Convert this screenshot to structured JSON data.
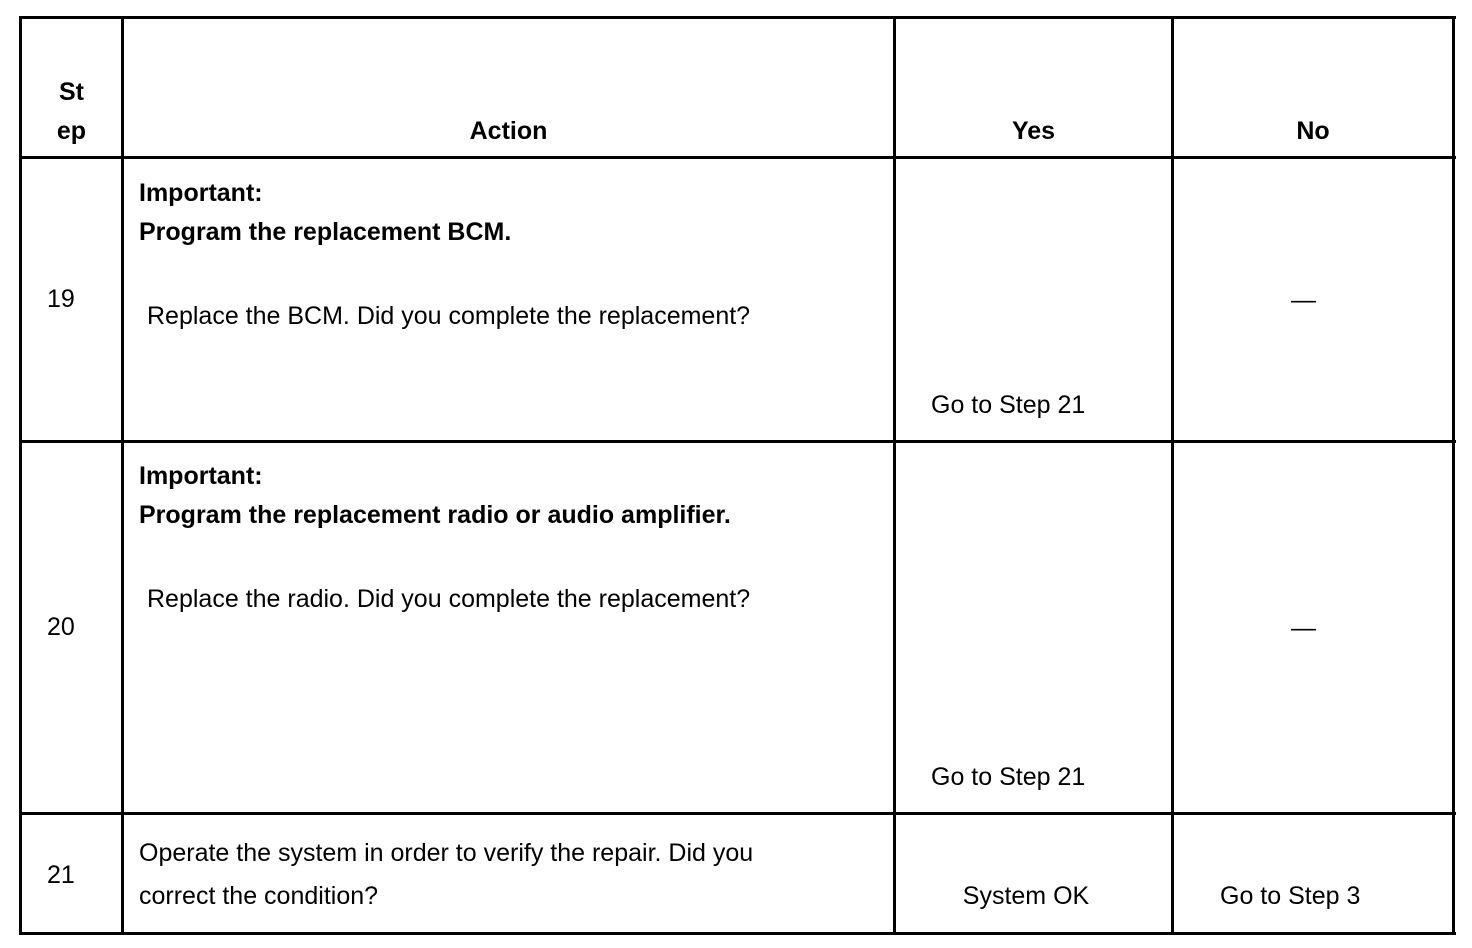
{
  "table": {
    "headers": {
      "step_line1": "St",
      "step_line2": "ep",
      "action": "Action",
      "yes": "Yes",
      "no": "No"
    },
    "rows": [
      {
        "step": "19",
        "important_label": "Important:",
        "important_text": "Program the replacement BCM.",
        "action_text": "Replace the BCM. Did you complete the replacement?",
        "yes": "Go to Step 21",
        "no": "—"
      },
      {
        "step": "20",
        "important_label": "Important:",
        "important_text": "Program the replacement radio or audio amplifier.",
        "action_text": "Replace the radio. Did you complete the replacement?",
        "yes": "Go to Step 21",
        "no": "—"
      },
      {
        "step": "21",
        "action_line1": "Operate the system in order to verify the repair. Did you",
        "action_line2": "correct the condition?",
        "yes": "System OK",
        "no": "Go to Step 3"
      }
    ]
  }
}
